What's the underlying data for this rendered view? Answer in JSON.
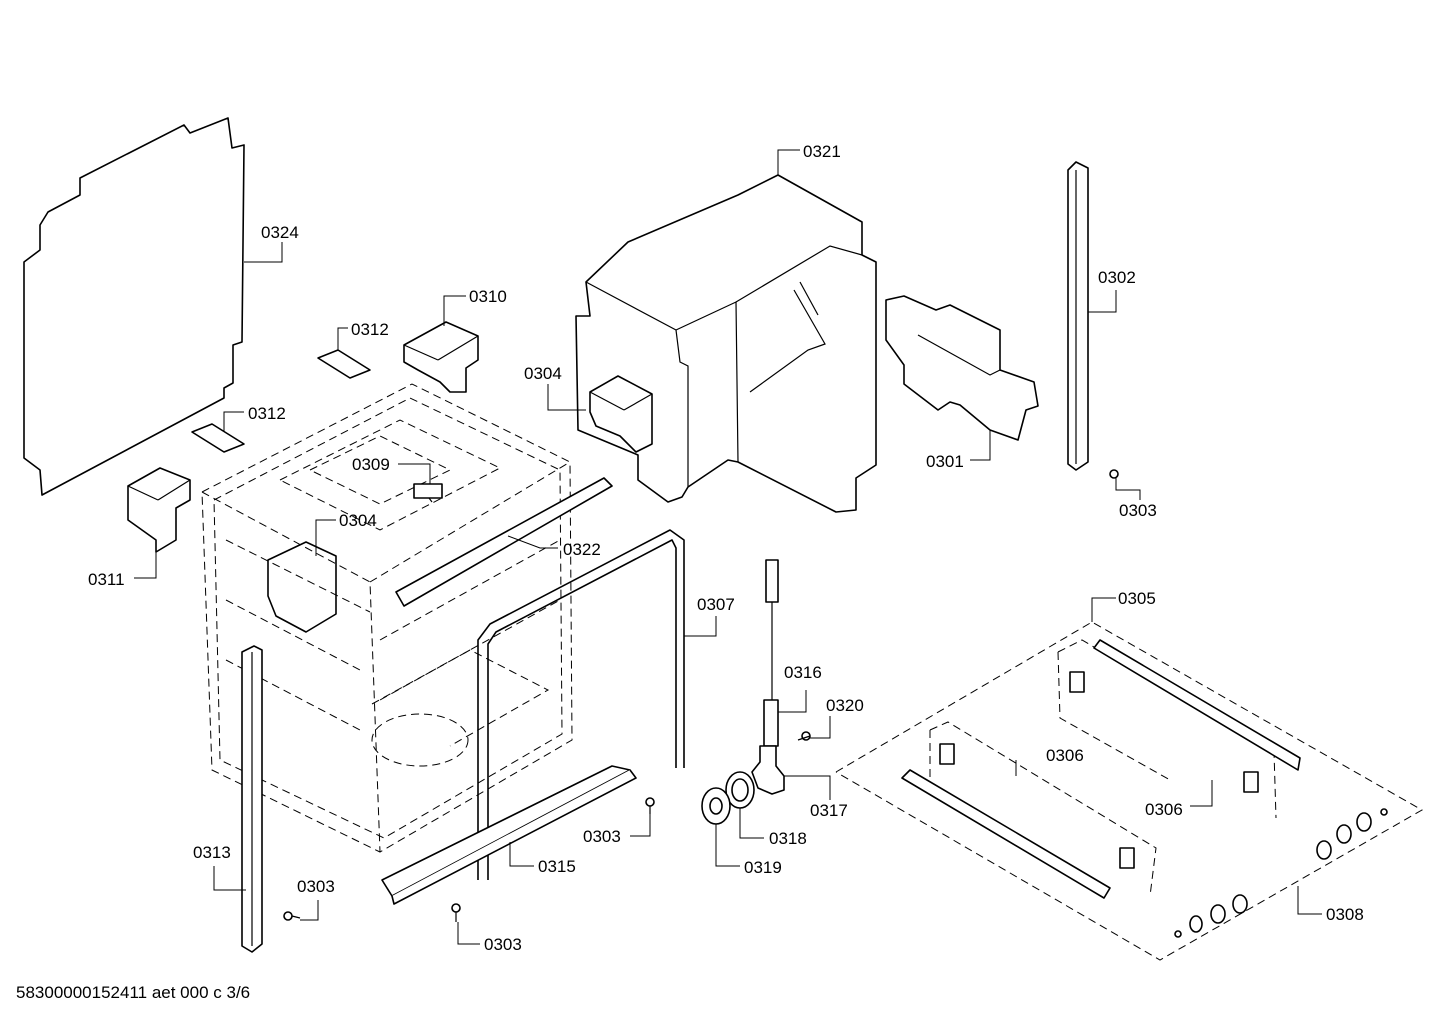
{
  "labels": {
    "p0324": "0324",
    "p0321": "0321",
    "p0302": "0302",
    "p0310": "0310",
    "p0312a": "0312",
    "p0312b": "0312",
    "p0304a": "0304",
    "p0304b": "0304",
    "p0309": "0309",
    "p0301": "0301",
    "p0303a": "0303",
    "p0303b": "0303",
    "p0303c": "0303",
    "p0303d": "0303",
    "p0311": "0311",
    "p0322": "0322",
    "p0307": "0307",
    "p0305": "0305",
    "p0316": "0316",
    "p0320": "0320",
    "p0306a": "0306",
    "p0306b": "0306",
    "p0317": "0317",
    "p0318": "0318",
    "p0319": "0319",
    "p0313": "0313",
    "p0315": "0315",
    "p0308": "0308"
  },
  "footer": {
    "code": "58300000152411 aet 000 c 3/6"
  }
}
